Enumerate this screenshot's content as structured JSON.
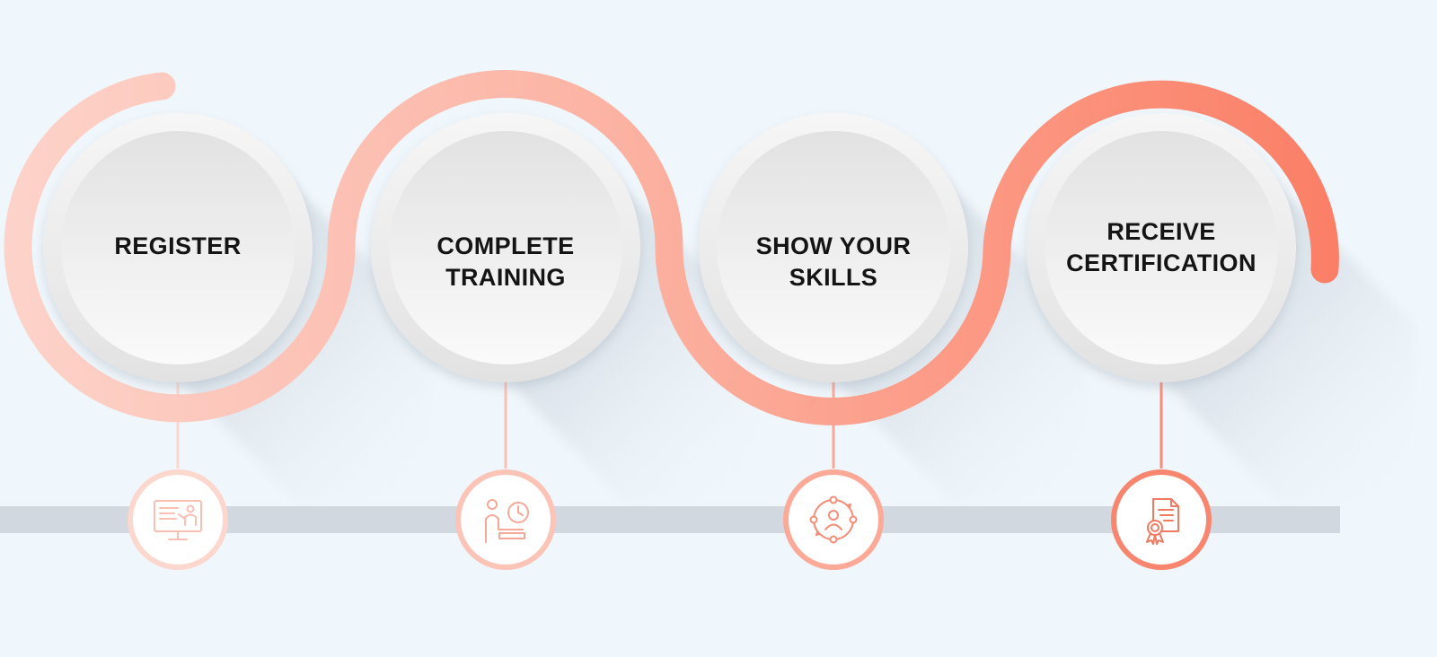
{
  "steps": [
    {
      "lines": [
        "REGISTER"
      ],
      "icon": "presentation-screen-icon"
    },
    {
      "lines": [
        "COMPLETE",
        "TRAINING"
      ],
      "icon": "study-clock-icon"
    },
    {
      "lines": [
        "SHOW YOUR",
        "SKILLS"
      ],
      "icon": "skills-cycle-icon"
    },
    {
      "lines": [
        "RECEIVE",
        "CERTIFICATION"
      ],
      "icon": "certificate-icon"
    }
  ],
  "colors": {
    "background": "#f0f7fc",
    "track": "#d2d8e0",
    "wave_start": "#fdd4cb",
    "wave_end": "#fb7f66",
    "circle_light": "#f9f9f9",
    "circle_dark": "#e3e3e3",
    "label_text": "#141414"
  }
}
